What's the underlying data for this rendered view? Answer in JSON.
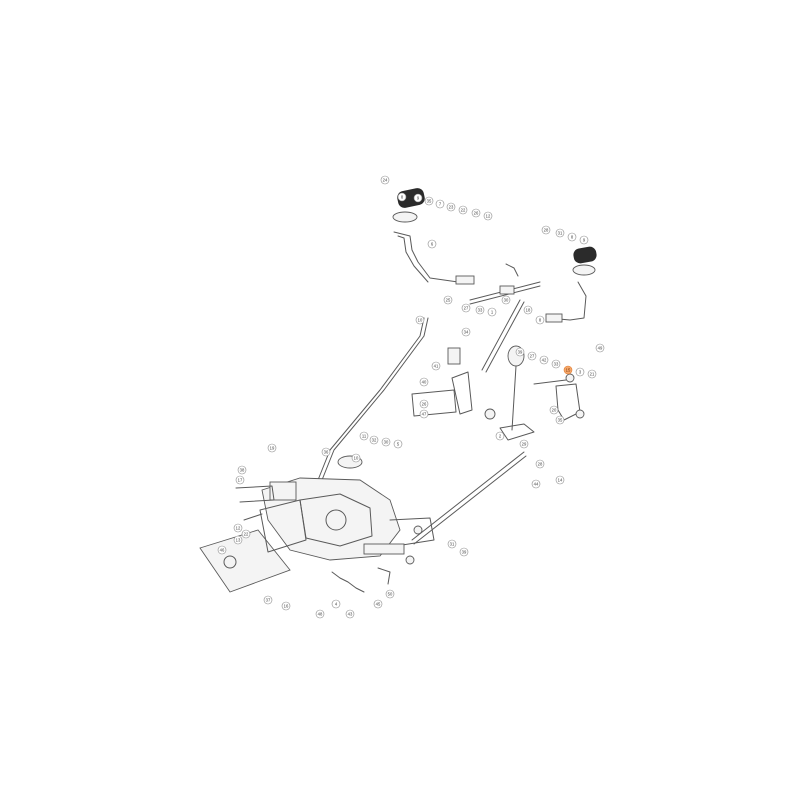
{
  "diagram": {
    "highlight_color": "#f5a86b",
    "callouts": [
      {
        "label": "24"
      },
      {
        "label": "8"
      },
      {
        "label": "9"
      },
      {
        "label": "35"
      },
      {
        "label": "7"
      },
      {
        "label": "23"
      },
      {
        "label": "22"
      },
      {
        "label": "26"
      },
      {
        "label": "12"
      },
      {
        "label": "28"
      },
      {
        "label": "31"
      },
      {
        "label": "8"
      },
      {
        "label": "9"
      },
      {
        "label": "6"
      },
      {
        "label": "10"
      },
      {
        "label": "25"
      },
      {
        "label": "27"
      },
      {
        "label": "33"
      },
      {
        "label": "1"
      },
      {
        "label": "30"
      },
      {
        "label": "18"
      },
      {
        "label": "8"
      },
      {
        "label": "49"
      },
      {
        "label": "34"
      },
      {
        "label": "41"
      },
      {
        "label": "40"
      },
      {
        "label": "26"
      },
      {
        "label": "47"
      },
      {
        "label": "39"
      },
      {
        "label": "27"
      },
      {
        "label": "42"
      },
      {
        "label": "33"
      },
      {
        "label": "15"
      },
      {
        "label": "3"
      },
      {
        "label": "21"
      },
      {
        "label": "20"
      },
      {
        "label": "35"
      },
      {
        "label": "2"
      },
      {
        "label": "29"
      },
      {
        "label": "28"
      },
      {
        "label": "14"
      },
      {
        "label": "44"
      },
      {
        "label": "11"
      },
      {
        "label": "32"
      },
      {
        "label": "30"
      },
      {
        "label": "5"
      },
      {
        "label": "36"
      },
      {
        "label": "10"
      },
      {
        "label": "19"
      },
      {
        "label": "38"
      },
      {
        "label": "17"
      },
      {
        "label": "12"
      },
      {
        "label": "22"
      },
      {
        "label": "13"
      },
      {
        "label": "46"
      },
      {
        "label": "37"
      },
      {
        "label": "16"
      },
      {
        "label": "48"
      },
      {
        "label": "4"
      },
      {
        "label": "43"
      },
      {
        "label": "45"
      },
      {
        "label": "50"
      },
      {
        "label": "31"
      },
      {
        "label": "39"
      }
    ]
  }
}
